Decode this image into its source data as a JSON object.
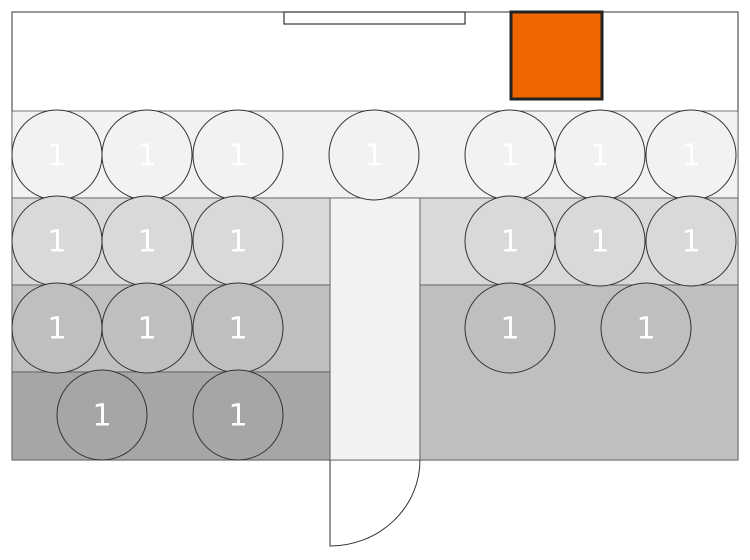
{
  "colors": {
    "room_fill": "#ffffff",
    "wall_stroke": "#333333",
    "front_row": "#f2f2f2",
    "aisle": "#f2f2f2",
    "zone_light": "#d9d9d9",
    "zone_mid": "#bfbfbf",
    "zone_dark": "#a6a6a6",
    "podium": "#ee6600",
    "seat_stroke": "#333333",
    "seat_text": "#ffffff"
  },
  "seats": [
    {
      "id": "r1c1",
      "label": "1",
      "fill": "#f2f2f2"
    },
    {
      "id": "r1c2",
      "label": "1",
      "fill": "#f2f2f2"
    },
    {
      "id": "r1c3",
      "label": "1",
      "fill": "#f2f2f2"
    },
    {
      "id": "r1c4",
      "label": "1",
      "fill": "#f2f2f2"
    },
    {
      "id": "r1c5",
      "label": "1",
      "fill": "#f2f2f2"
    },
    {
      "id": "r1c6",
      "label": "1",
      "fill": "#f2f2f2"
    },
    {
      "id": "r1c7",
      "label": "1",
      "fill": "#f2f2f2"
    },
    {
      "id": "r2c1",
      "label": "1",
      "fill": "#d9d9d9"
    },
    {
      "id": "r2c2",
      "label": "1",
      "fill": "#d9d9d9"
    },
    {
      "id": "r2c3",
      "label": "1",
      "fill": "#d9d9d9"
    },
    {
      "id": "r2c4",
      "label": "1",
      "fill": "#d9d9d9"
    },
    {
      "id": "r2c5",
      "label": "1",
      "fill": "#d9d9d9"
    },
    {
      "id": "r2c6",
      "label": "1",
      "fill": "#d9d9d9"
    },
    {
      "id": "r3c1",
      "label": "1",
      "fill": "#bfbfbf"
    },
    {
      "id": "r3c2",
      "label": "1",
      "fill": "#bfbfbf"
    },
    {
      "id": "r3c3",
      "label": "1",
      "fill": "#bfbfbf"
    },
    {
      "id": "r3c4",
      "label": "1",
      "fill": "#bfbfbf"
    },
    {
      "id": "r3c5",
      "label": "1",
      "fill": "#bfbfbf"
    },
    {
      "id": "r4c1",
      "label": "1",
      "fill": "#a6a6a6"
    },
    {
      "id": "r4c2",
      "label": "1",
      "fill": "#a6a6a6"
    }
  ]
}
